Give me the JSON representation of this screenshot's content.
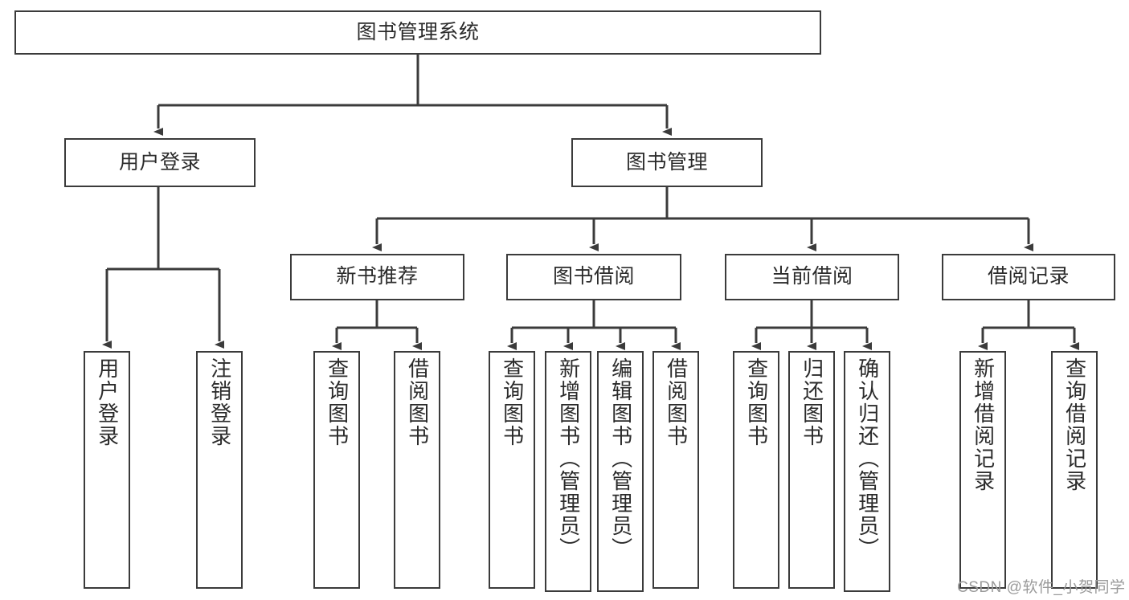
{
  "diagram": {
    "type": "tree",
    "title": "图书管理系统",
    "levels": {
      "root": {
        "label": "图书管理系统"
      },
      "level2": [
        {
          "label": "用户登录"
        },
        {
          "label": "图书管理"
        }
      ],
      "level3": [
        {
          "label": "新书推荐"
        },
        {
          "label": "图书借阅"
        },
        {
          "label": "当前借阅"
        },
        {
          "label": "借阅记录"
        }
      ],
      "leaves": [
        {
          "label": "用户登录"
        },
        {
          "label": "注销登录"
        },
        {
          "label": "查询图书"
        },
        {
          "label": "借阅图书"
        },
        {
          "label": "查询图书"
        },
        {
          "label": "新增图书（管理员）"
        },
        {
          "label": "编辑图书（管理员）"
        },
        {
          "label": "借阅图书"
        },
        {
          "label": "查询图书"
        },
        {
          "label": "归还图书"
        },
        {
          "label": "确认归还（管理员）"
        },
        {
          "label": "新增借阅记录"
        },
        {
          "label": "查询借阅记录"
        }
      ]
    },
    "groups": [
      {
        "parent": "用户登录",
        "children": [
          "用户登录",
          "注销登录"
        ]
      },
      {
        "parent": "新书推荐",
        "children": [
          "查询图书",
          "借阅图书"
        ]
      },
      {
        "parent": "图书借阅",
        "children": [
          "查询图书",
          "新增图书（管理员）",
          "编辑图书（管理员）",
          "借阅图书"
        ]
      },
      {
        "parent": "当前借阅",
        "children": [
          "查询图书",
          "归还图书",
          "确认归还（管理员）"
        ]
      },
      {
        "parent": "借阅记录",
        "children": [
          "新增借阅记录",
          "查询借阅记录"
        ]
      }
    ],
    "colors": {
      "stroke": "#3b3b3b",
      "text": "#2b2b2b",
      "background": "#ffffff",
      "watermark": "#9a9a9a"
    }
  },
  "watermark": {
    "text": "CSDN @软件_小贺同学"
  }
}
